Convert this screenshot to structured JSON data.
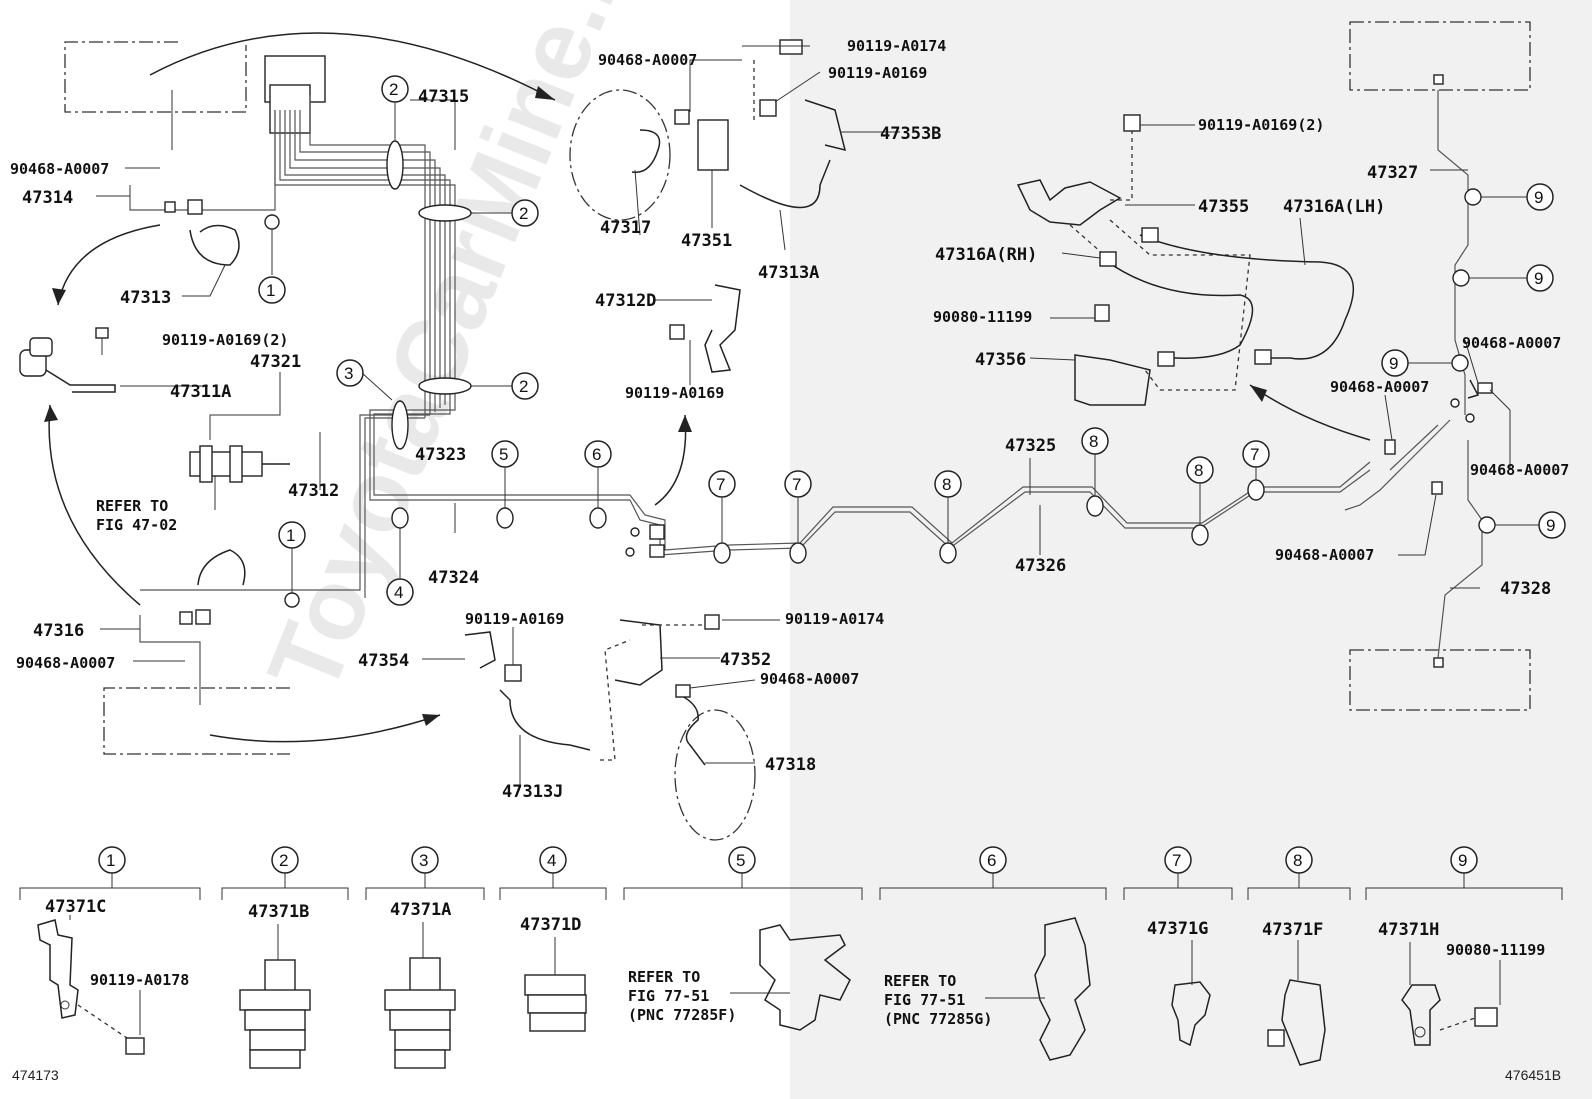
{
  "watermark": "ToyotaCarMine.ru",
  "footer": {
    "left_code": "474173",
    "right_code": "476451B"
  },
  "part_labels": {
    "p47315": "47315",
    "p90468_a0007_ul": "90468-A0007",
    "p47314": "47314",
    "p47313": "47313",
    "p90119_a0169_2_left": "90119-A0169(2)",
    "p47311a": "47311A",
    "p47321": "47321",
    "p47312": "47312",
    "refer_fig_47_02_line1": "REFER TO",
    "refer_fig_47_02_line2": "FIG 47-02",
    "p47323": "47323",
    "p47324": "47324",
    "p47316": "47316",
    "p90468_a0007_ll": "90468-A0007",
    "p90468_a0007_top": "90468-A0007",
    "p90119_a0174_top": "90119-A0174",
    "p90119_a0169_top": "90119-A0169",
    "p47353b": "47353B",
    "p47317": "47317",
    "p47351": "47351",
    "p47313a": "47313A",
    "p47312d": "47312D",
    "p90119_a0169_mid": "90119-A0169",
    "p90119_a0169_ll": "90119-A0169",
    "p47354": "47354",
    "p47313j": "47313J",
    "p90119_a0174_bot": "90119-A0174",
    "p47352": "47352",
    "p90468_a0007_bot": "90468-A0007",
    "p47318": "47318",
    "p90119_a0169_2_right": "90119-A0169(2)",
    "p47355": "47355",
    "p47316a_lh": "47316A(LH)",
    "p47316a_rh": "47316A(RH)",
    "p90080_11199": "90080-11199",
    "p47356": "47356",
    "p47325": "47325",
    "p47326": "47326",
    "p47327": "47327",
    "p47328": "47328",
    "p90468_a0007_r1": "90468-A0007",
    "p90468_a0007_r2": "90468-A0007",
    "p90468_a0007_r3": "90468-A0007",
    "p90468_a0007_r4": "90468-A0007"
  },
  "callouts": [
    "1",
    "2",
    "3",
    "4",
    "5",
    "6",
    "7",
    "8",
    "9"
  ],
  "legend": [
    {
      "num": "1",
      "part": "47371C",
      "extra": "90119-A0178"
    },
    {
      "num": "2",
      "part": "47371B"
    },
    {
      "num": "3",
      "part": "47371A"
    },
    {
      "num": "4",
      "part": "47371D"
    },
    {
      "num": "5",
      "refer1": "REFER TO",
      "refer2": "FIG 77-51",
      "refer3": "(PNC 77285F)"
    },
    {
      "num": "6",
      "refer1": "REFER TO",
      "refer2": "FIG 77-51",
      "refer3": "(PNC 77285G)"
    },
    {
      "num": "7",
      "part": "47371G"
    },
    {
      "num": "8",
      "part": "47371F"
    },
    {
      "num": "9",
      "part": "47371H",
      "extra": "90080-11199"
    }
  ]
}
